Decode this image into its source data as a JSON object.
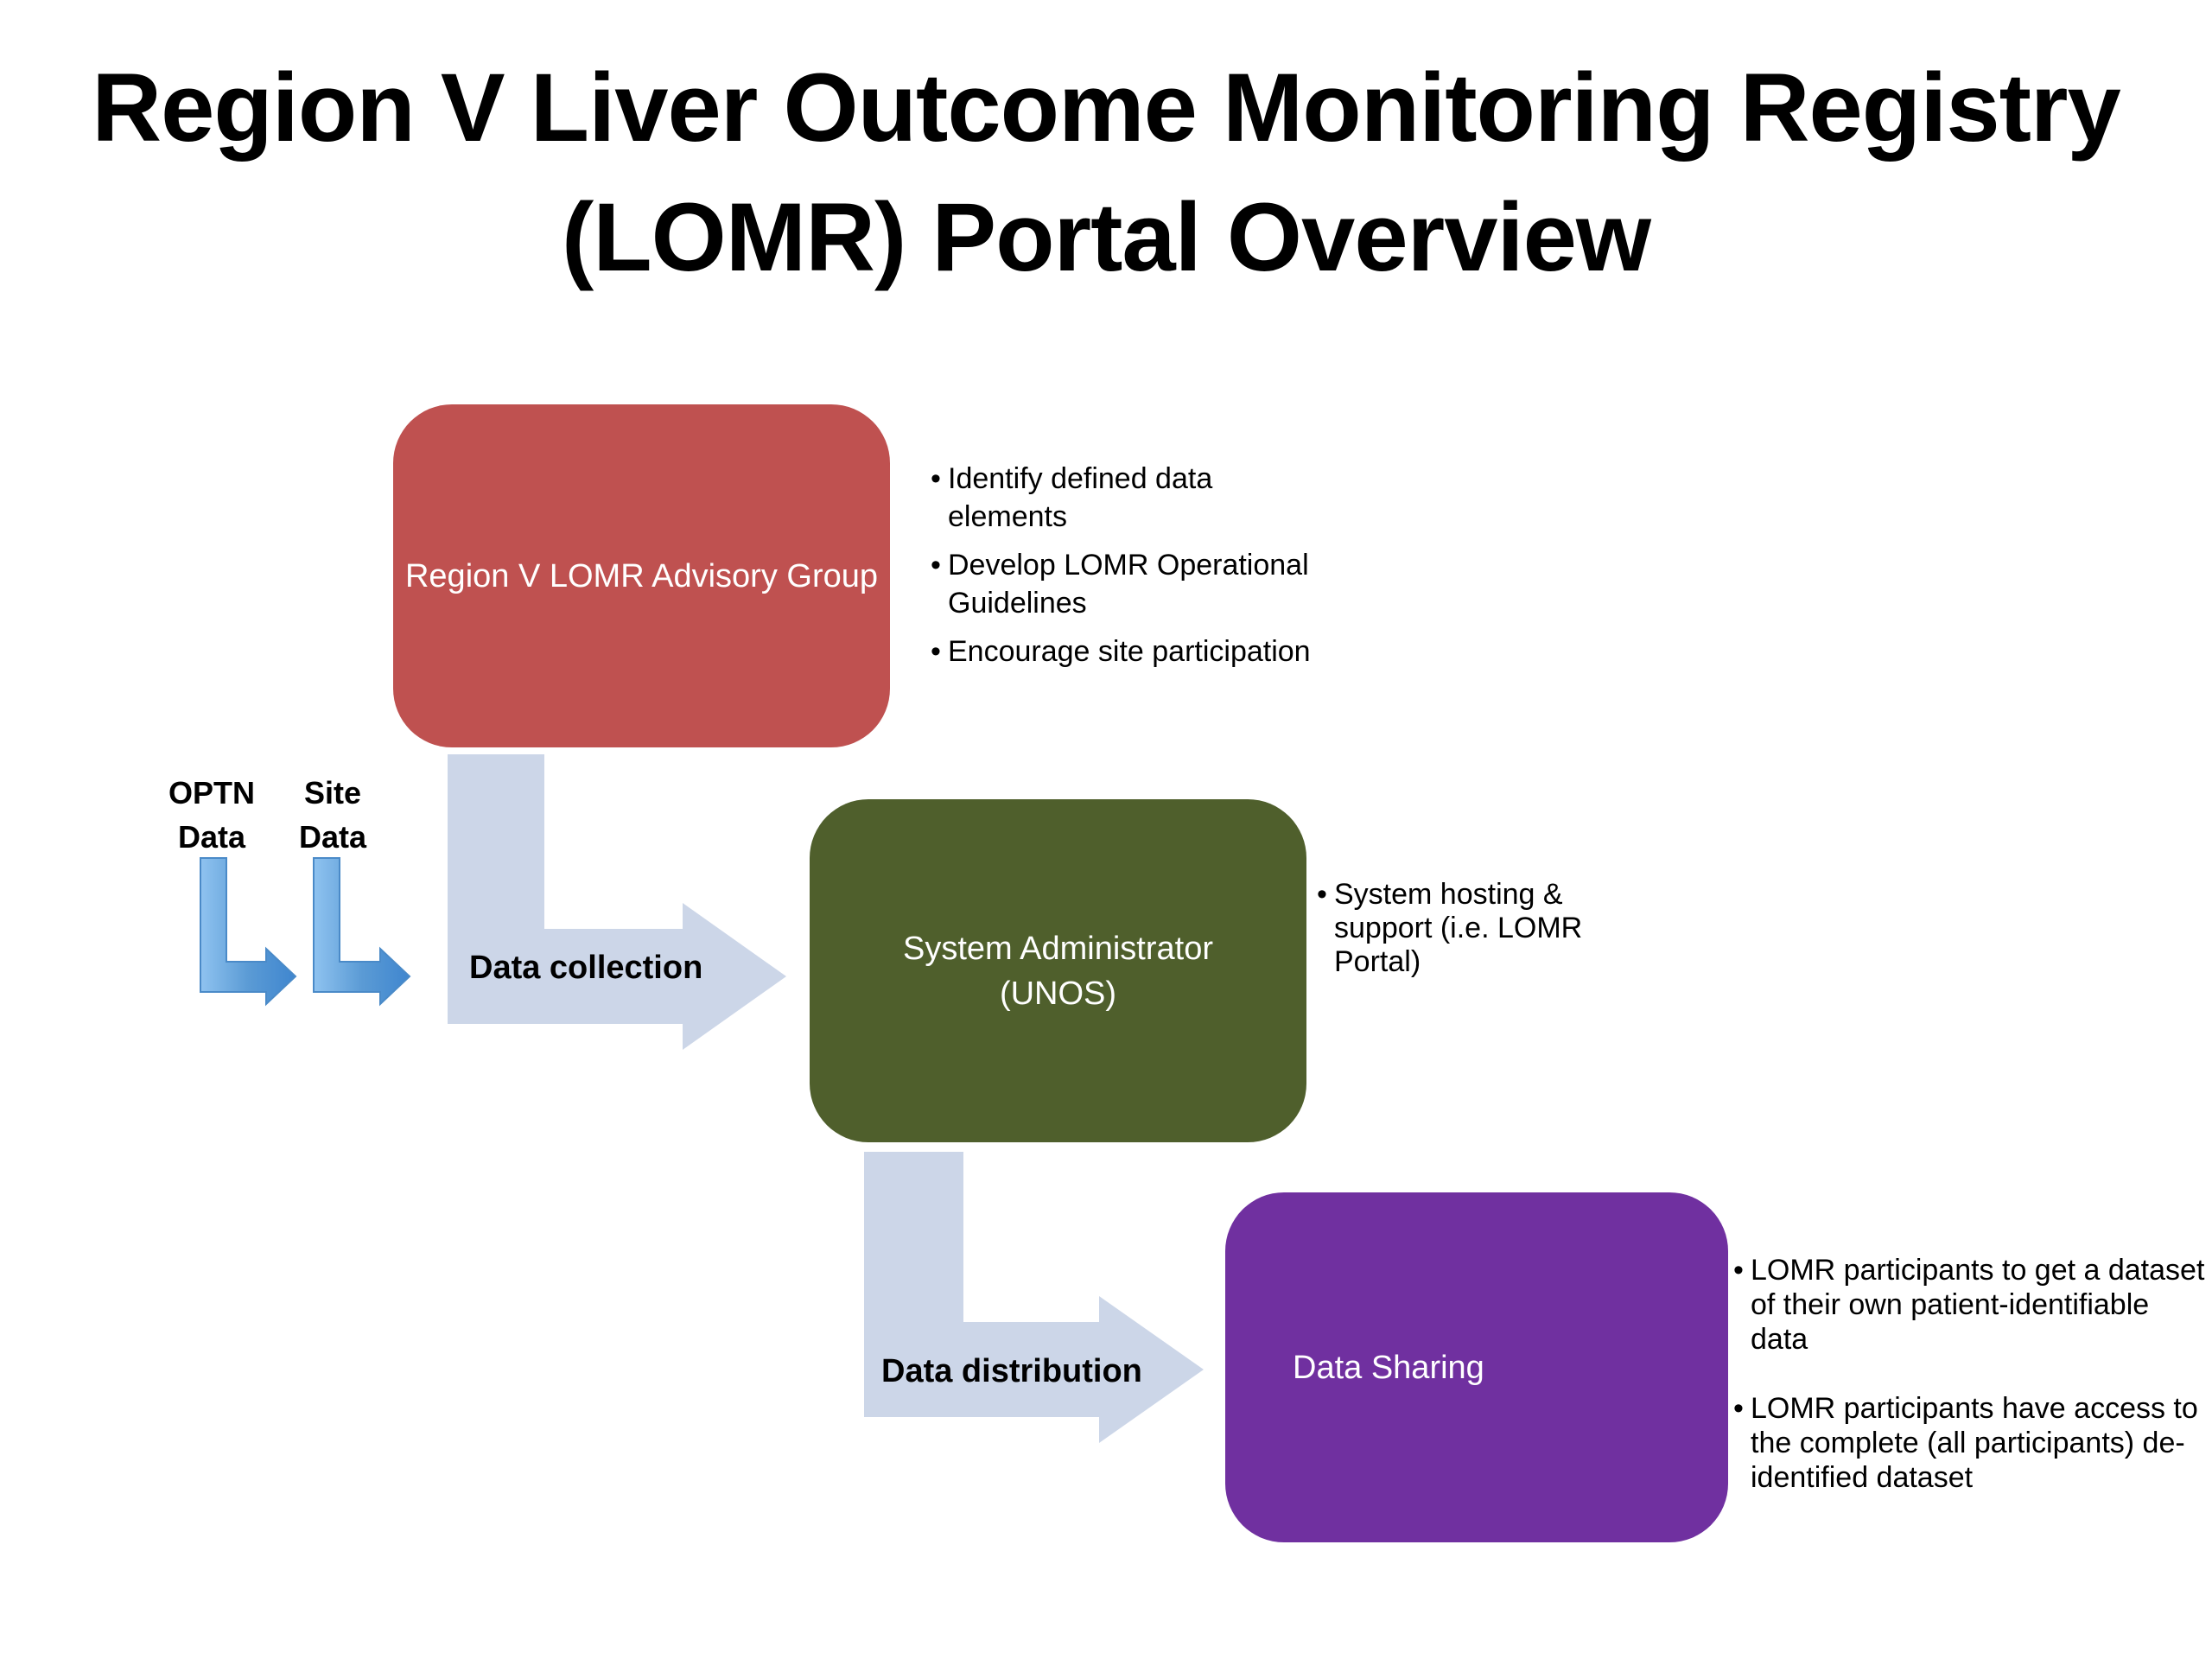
{
  "title": {
    "line1": "Region V Liver Outcome Monitoring Registry",
    "line2": "(LOMR) Portal Overview"
  },
  "sources": {
    "optn": {
      "line1": "OPTN",
      "line2": "Data"
    },
    "site": {
      "line1": "Site",
      "line2": "Data"
    }
  },
  "boxes": {
    "advisory": {
      "label": "Region V LOMR Advisory Group",
      "color": "#bf5150"
    },
    "sysadmin": {
      "line1": "System Administrator",
      "line2": "(UNOS)",
      "color": "#4f5f2c"
    },
    "sharing": {
      "label": "Data Sharing",
      "color": "#7030a0"
    }
  },
  "flows": {
    "collection": "Data collection",
    "distribution": "Data distribution"
  },
  "bullets": {
    "advisory": [
      "Identify defined data elements",
      "Develop LOMR Operational Guidelines",
      "Encourage site participation"
    ],
    "sysadmin": [
      "System hosting & support (i.e. LOMR Portal)"
    ],
    "sharing": [
      "LOMR participants to get a dataset of their own patient-identifiable data",
      "LOMR participants have access to the complete (all participants) de-identified dataset"
    ]
  },
  "colors": {
    "flow_arrow": "#ccd6e8",
    "source_arrow": "#5b9bd5"
  }
}
